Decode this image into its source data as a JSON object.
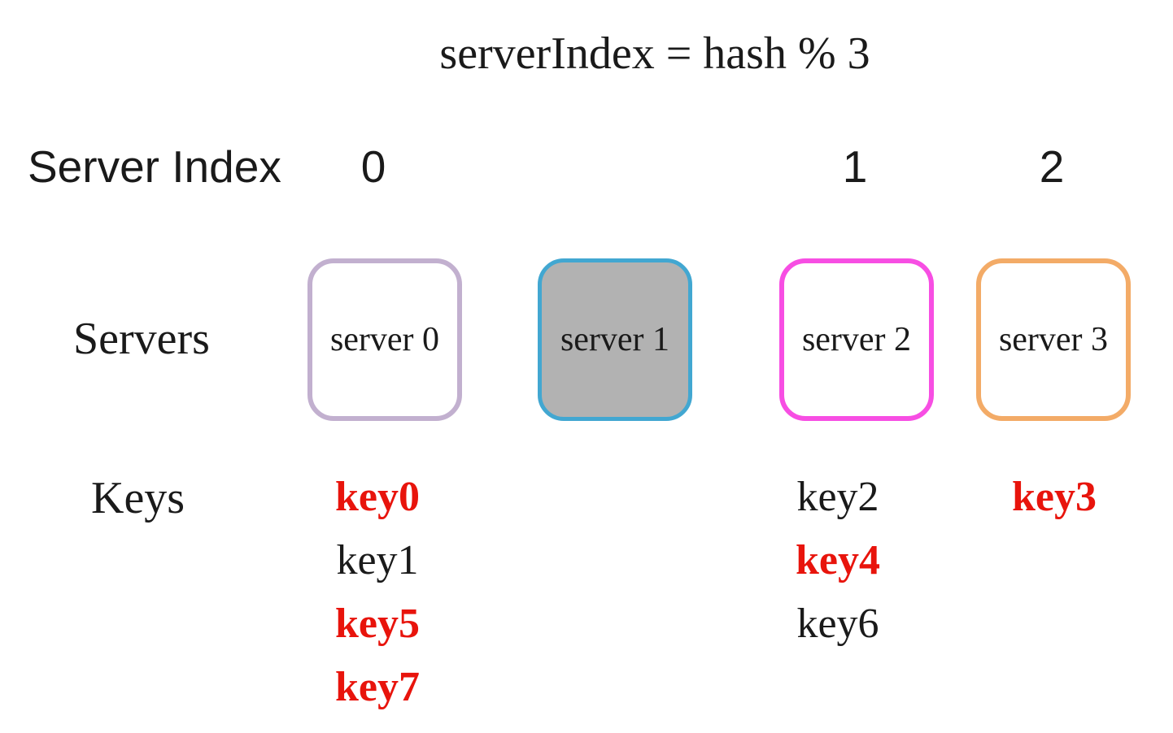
{
  "formula": {
    "text": "serverIndex = hash % 3"
  },
  "labels": {
    "server_index": "Server Index",
    "servers": "Servers",
    "keys": "Keys"
  },
  "server_index_values": [
    {
      "value": "0",
      "under_server": "server 0"
    },
    {
      "value": "1",
      "under_server": "server 2"
    },
    {
      "value": "2",
      "under_server": "server 3"
    }
  ],
  "servers": [
    {
      "label": "server 0",
      "border_color": "#c2b0cf",
      "fill_color": "#ffffff"
    },
    {
      "label": "server 1",
      "border_color": "#42a7d1",
      "fill_color": "#b2b2b2"
    },
    {
      "label": "server 2",
      "border_color": "#f74ee3",
      "fill_color": "#ffffff"
    },
    {
      "label": "server 3",
      "border_color": "#f3ab67",
      "fill_color": "#ffffff"
    }
  ],
  "key_groups": [
    {
      "under_server": "server 0",
      "keys": [
        {
          "label": "key0",
          "highlight": true,
          "color": "#e8140c",
          "weight": "bold"
        },
        {
          "label": "key1",
          "highlight": false,
          "color": "#1a1a1a",
          "weight": "normal"
        },
        {
          "label": "key5",
          "highlight": true,
          "color": "#e8140c",
          "weight": "bold"
        },
        {
          "label": "key7",
          "highlight": true,
          "color": "#e8140c",
          "weight": "bold"
        }
      ]
    },
    {
      "under_server": "server 2",
      "keys": [
        {
          "label": "key2",
          "highlight": false,
          "color": "#1a1a1a",
          "weight": "normal"
        },
        {
          "label": "key4",
          "highlight": true,
          "color": "#e8140c",
          "weight": "bold"
        },
        {
          "label": "key6",
          "highlight": false,
          "color": "#1a1a1a",
          "weight": "normal"
        }
      ]
    },
    {
      "under_server": "server 3",
      "keys": [
        {
          "label": "key3",
          "highlight": true,
          "color": "#e8140c",
          "weight": "bold"
        }
      ]
    }
  ],
  "colors": {
    "highlight_red": "#e8140c",
    "text_black": "#1a1a1a",
    "offline_gray": "#b2b2b2"
  }
}
